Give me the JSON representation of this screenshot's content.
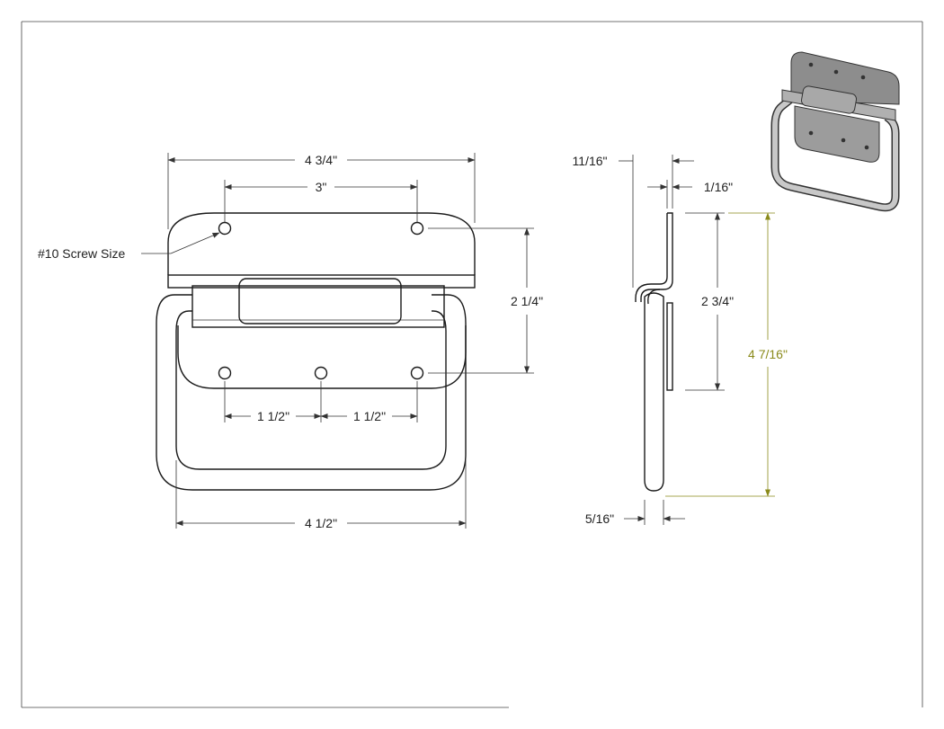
{
  "colors": {
    "line": "#1a1a1a",
    "dimension": "#333333",
    "highlight": "#8a8a1a",
    "iso_metal": "#9a9a9a"
  },
  "front_view": {
    "overall_width": "4 3/4\"",
    "hole_spacing_top": "3\"",
    "screw_note": "#10 Screw Size",
    "height": "2 1/4\"",
    "hole_spacing_left": "1 1/2\"",
    "hole_spacing_right": "1 1/2\"",
    "handle_width": "4 1/2\""
  },
  "side_view": {
    "offset": "11/16\"",
    "thickness": "1/16\"",
    "plate_height": "2 3/4\"",
    "overall_height": "4 7/16\"",
    "wire_diameter": "5/16\""
  },
  "iso_view": {
    "icon": "folding-handle-iso"
  }
}
